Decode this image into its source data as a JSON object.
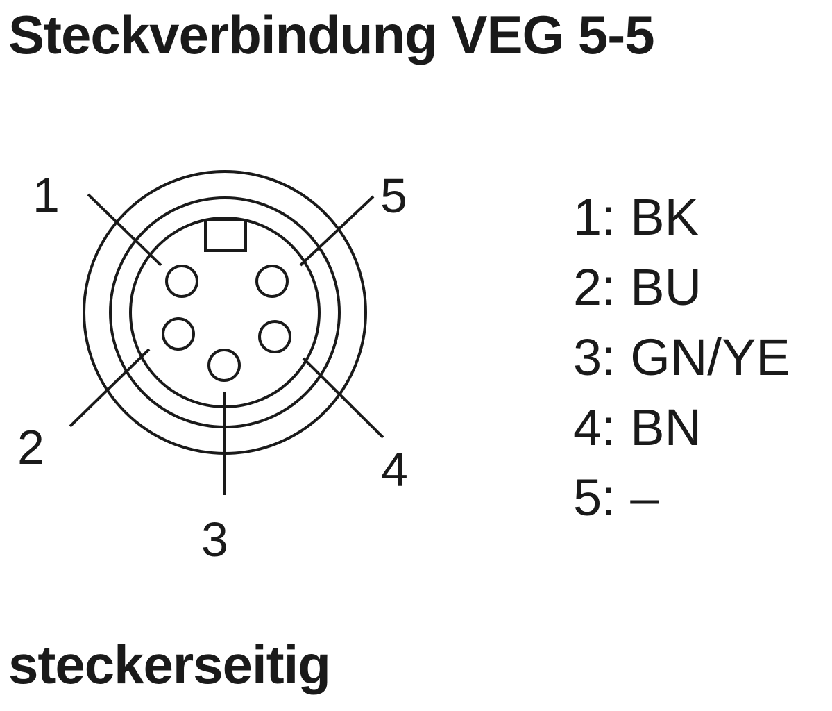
{
  "title": "Steckverbindung VEG 5-5",
  "footer": "steckerseitig",
  "pins": [
    {
      "number": "1"
    },
    {
      "number": "2"
    },
    {
      "number": "3"
    },
    {
      "number": "4"
    },
    {
      "number": "5"
    }
  ],
  "legend": [
    {
      "text": "1: BK"
    },
    {
      "text": "2: BU"
    },
    {
      "text": "3: GN/YE"
    },
    {
      "text": "4: BN"
    },
    {
      "text": "5: –"
    }
  ]
}
